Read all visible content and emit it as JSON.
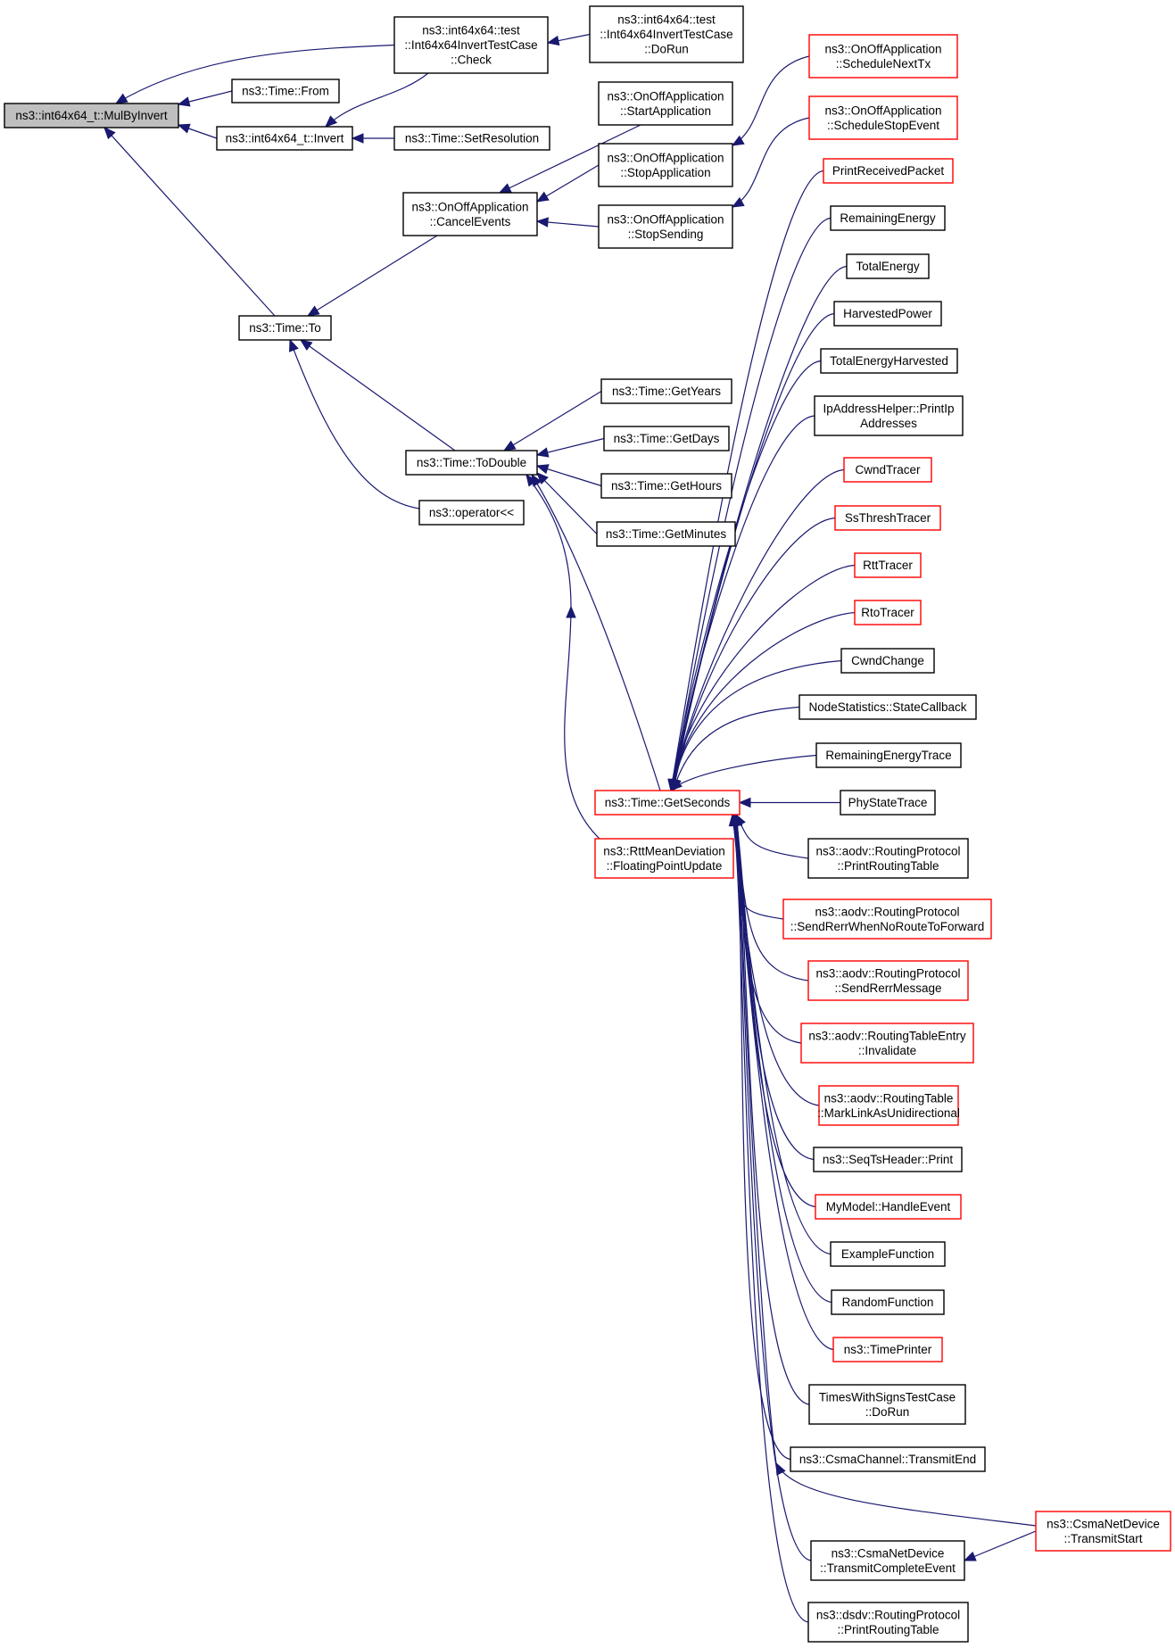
{
  "colors": {
    "edge": "#191970",
    "border_normal": "#000000",
    "border_truncated": "#ff0000",
    "root_fill": "#bfbfbf",
    "node_fill": "#ffffff"
  },
  "nodes": [
    {
      "id": "mulbyinvert",
      "lines": [
        "ns3::int64x64_t::MulByInvert"
      ],
      "style": "root"
    },
    {
      "id": "check",
      "lines": [
        "ns3::int64x64::test",
        "::Int64x64InvertTestCase",
        "::Check"
      ],
      "style": "normal"
    },
    {
      "id": "dorun1",
      "lines": [
        "ns3::int64x64::test",
        "::Int64x64InvertTestCase",
        "::DoRun"
      ],
      "style": "normal"
    },
    {
      "id": "from",
      "lines": [
        "ns3::Time::From"
      ],
      "style": "normal"
    },
    {
      "id": "invert",
      "lines": [
        "ns3::int64x64_t::Invert"
      ],
      "style": "normal"
    },
    {
      "id": "setres",
      "lines": [
        "ns3::Time::SetResolution"
      ],
      "style": "normal"
    },
    {
      "id": "cancel",
      "lines": [
        "ns3::OnOffApplication",
        "::CancelEvents"
      ],
      "style": "normal"
    },
    {
      "id": "startapp",
      "lines": [
        "ns3::OnOffApplication",
        "::StartApplication"
      ],
      "style": "normal"
    },
    {
      "id": "stopapp",
      "lines": [
        "ns3::OnOffApplication",
        "::StopApplication"
      ],
      "style": "normal"
    },
    {
      "id": "stopsend",
      "lines": [
        "ns3::OnOffApplication",
        "::StopSending"
      ],
      "style": "normal"
    },
    {
      "id": "schednext",
      "lines": [
        "ns3::OnOffApplication",
        "::ScheduleNextTx"
      ],
      "style": "truncated"
    },
    {
      "id": "schedstop",
      "lines": [
        "ns3::OnOffApplication",
        "::ScheduleStopEvent"
      ],
      "style": "truncated"
    },
    {
      "id": "to",
      "lines": [
        "ns3::Time::To"
      ],
      "style": "normal"
    },
    {
      "id": "todouble",
      "lines": [
        "ns3::Time::ToDouble"
      ],
      "style": "normal"
    },
    {
      "id": "oper",
      "lines": [
        "ns3::operator<<"
      ],
      "style": "normal"
    },
    {
      "id": "years",
      "lines": [
        "ns3::Time::GetYears"
      ],
      "style": "normal"
    },
    {
      "id": "days",
      "lines": [
        "ns3::Time::GetDays"
      ],
      "style": "normal"
    },
    {
      "id": "hours",
      "lines": [
        "ns3::Time::GetHours"
      ],
      "style": "normal"
    },
    {
      "id": "minutes",
      "lines": [
        "ns3::Time::GetMinutes"
      ],
      "style": "normal"
    },
    {
      "id": "getseconds",
      "lines": [
        "ns3::Time::GetSeconds"
      ],
      "style": "truncated"
    },
    {
      "id": "rttmean",
      "lines": [
        "ns3::RttMeanDeviation",
        "::FloatingPointUpdate"
      ],
      "style": "truncated"
    },
    {
      "id": "printrx",
      "lines": [
        "PrintReceivedPacket"
      ],
      "style": "truncated"
    },
    {
      "id": "remenergy",
      "lines": [
        "RemainingEnergy"
      ],
      "style": "normal"
    },
    {
      "id": "totenergy",
      "lines": [
        "TotalEnergy"
      ],
      "style": "normal"
    },
    {
      "id": "harvpower",
      "lines": [
        "HarvestedPower"
      ],
      "style": "normal"
    },
    {
      "id": "totharv",
      "lines": [
        "TotalEnergyHarvested"
      ],
      "style": "normal"
    },
    {
      "id": "ipaddr",
      "lines": [
        "IpAddressHelper::PrintIp",
        "Addresses"
      ],
      "style": "normal"
    },
    {
      "id": "cwndtracer",
      "lines": [
        "CwndTracer"
      ],
      "style": "truncated"
    },
    {
      "id": "ssthresh",
      "lines": [
        "SsThreshTracer"
      ],
      "style": "truncated"
    },
    {
      "id": "rtttracer",
      "lines": [
        "RttTracer"
      ],
      "style": "truncated"
    },
    {
      "id": "rtotracer",
      "lines": [
        "RtoTracer"
      ],
      "style": "truncated"
    },
    {
      "id": "cwndchange",
      "lines": [
        "CwndChange"
      ],
      "style": "normal"
    },
    {
      "id": "nodestats",
      "lines": [
        "NodeStatistics::StateCallback"
      ],
      "style": "normal"
    },
    {
      "id": "remtrace",
      "lines": [
        "RemainingEnergyTrace"
      ],
      "style": "normal"
    },
    {
      "id": "phystate",
      "lines": [
        "PhyStateTrace"
      ],
      "style": "normal"
    },
    {
      "id": "aodvprint",
      "lines": [
        "ns3::aodv::RoutingProtocol",
        "::PrintRoutingTable"
      ],
      "style": "normal"
    },
    {
      "id": "aodvsendrerrno",
      "lines": [
        "ns3::aodv::RoutingProtocol",
        "::SendRerrWhenNoRouteToForward"
      ],
      "style": "truncated"
    },
    {
      "id": "aodvsendrerr",
      "lines": [
        "ns3::aodv::RoutingProtocol",
        "::SendRerrMessage"
      ],
      "style": "truncated"
    },
    {
      "id": "aodvinvalidate",
      "lines": [
        "ns3::aodv::RoutingTableEntry",
        "::Invalidate"
      ],
      "style": "truncated"
    },
    {
      "id": "aodvmark",
      "lines": [
        "ns3::aodv::RoutingTable",
        "::MarkLinkAsUnidirectional"
      ],
      "style": "truncated"
    },
    {
      "id": "seqts",
      "lines": [
        "ns3::SeqTsHeader::Print"
      ],
      "style": "normal"
    },
    {
      "id": "mymodel",
      "lines": [
        "MyModel::HandleEvent"
      ],
      "style": "truncated"
    },
    {
      "id": "examplefn",
      "lines": [
        "ExampleFunction"
      ],
      "style": "normal"
    },
    {
      "id": "randomfn",
      "lines": [
        "RandomFunction"
      ],
      "style": "normal"
    },
    {
      "id": "timeprinter",
      "lines": [
        "ns3::TimePrinter"
      ],
      "style": "truncated"
    },
    {
      "id": "timessigns",
      "lines": [
        "TimesWithSignsTestCase",
        "::DoRun"
      ],
      "style": "normal"
    },
    {
      "id": "csmachan",
      "lines": [
        "ns3::CsmaChannel::TransmitEnd"
      ],
      "style": "normal"
    },
    {
      "id": "csmastart",
      "lines": [
        "ns3::CsmaNetDevice",
        "::TransmitStart"
      ],
      "style": "truncated"
    },
    {
      "id": "csmacomplete",
      "lines": [
        "ns3::CsmaNetDevice",
        "::TransmitCompleteEvent"
      ],
      "style": "normal"
    },
    {
      "id": "dsdvprint",
      "lines": [
        "ns3::dsdv::RoutingProtocol",
        "::PrintRoutingTable"
      ],
      "style": "normal"
    }
  ]
}
